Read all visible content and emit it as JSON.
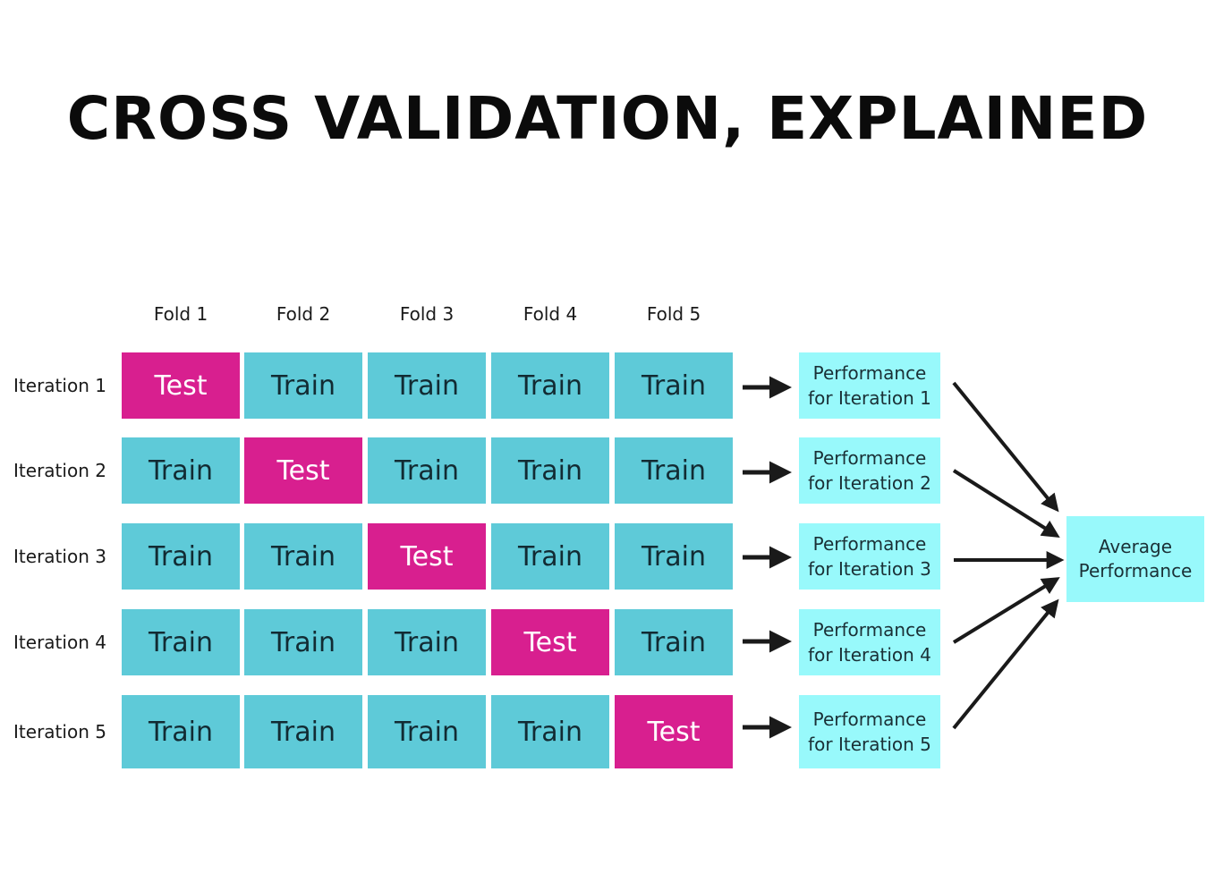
{
  "title": "CROSS VALIDATION, EXPLAINED",
  "folds": [
    "Fold 1",
    "Fold 2",
    "Fold 3",
    "Fold 4",
    "Fold 5"
  ],
  "iterations": [
    {
      "label": "Iteration 1",
      "cells": [
        "Test",
        "Train",
        "Train",
        "Train",
        "Train"
      ],
      "performance": "Performance for Iteration 1"
    },
    {
      "label": "Iteration 2",
      "cells": [
        "Train",
        "Test",
        "Train",
        "Train",
        "Train"
      ],
      "performance": "Performance for Iteration 2"
    },
    {
      "label": "Iteration 3",
      "cells": [
        "Train",
        "Train",
        "Test",
        "Train",
        "Train"
      ],
      "performance": "Performance for Iteration 3"
    },
    {
      "label": "Iteration 4",
      "cells": [
        "Train",
        "Train",
        "Train",
        "Test",
        "Train"
      ],
      "performance": "Performance for Iteration 4"
    },
    {
      "label": "Iteration 5",
      "cells": [
        "Train",
        "Train",
        "Train",
        "Train",
        "Test"
      ],
      "performance": "Performance for Iteration 5"
    }
  ],
  "average": "Average Performance",
  "colors": {
    "train": "#5ecad8",
    "test": "#d81f8f",
    "performance": "#98f9fb",
    "arrow": "#1a1a1a"
  },
  "icons": {
    "row_arrow": "right-arrow-icon",
    "merge_arrow": "diagonal-arrow-icon"
  }
}
